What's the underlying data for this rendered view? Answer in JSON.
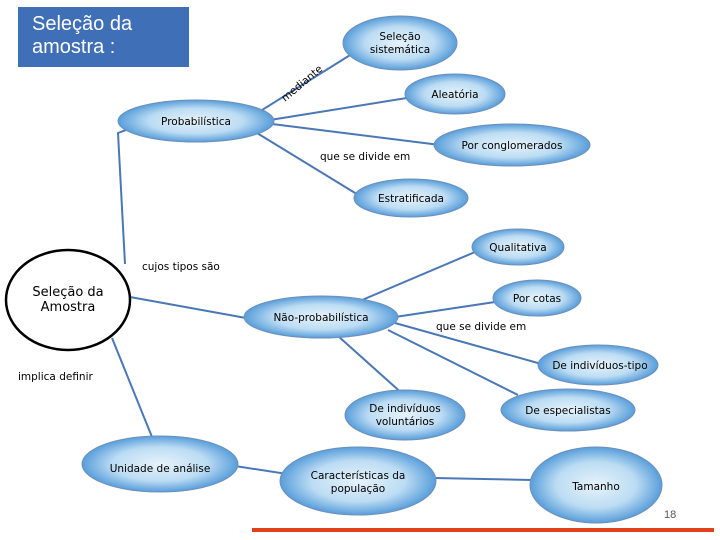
{
  "title": [
    "Seleção da",
    "amostra :"
  ],
  "page_number": "18",
  "colors": {
    "title_bg": "#3f6fb7",
    "node_fill_light": "#e6f3fb",
    "node_fill_dark": "#3f8ed4",
    "edge": "#4a78b6",
    "footer_bar": "#e0401a"
  },
  "central_node": [
    "Seleção da",
    "Amostra"
  ],
  "nodes": {
    "probabilistica": [
      "Probabilística"
    ],
    "sistematica": [
      "Seleção",
      "sistemática"
    ],
    "aleatoria": [
      "Aleatória"
    ],
    "conglomerados": [
      "Por conglomerados"
    ],
    "estratificada": [
      "Estratificada"
    ],
    "qualitativa": [
      "Qualitativa"
    ],
    "por_cotas": [
      "Por cotas"
    ],
    "nao_probabilistica": [
      "Não-probabilística"
    ],
    "individuos_tipo": [
      "De indivíduos-tipo"
    ],
    "individuos_voluntarios": [
      "De indivíduos",
      "voluntários"
    ],
    "especialistas": [
      "De especialistas"
    ],
    "unidade_analise": [
      "Unidade de análise"
    ],
    "caracteristicas": [
      "Características da",
      "população"
    ],
    "tamanho": [
      "Tamanho"
    ]
  },
  "edge_labels": {
    "mediante": "mediante",
    "que_se_divide_em_1": "que se divide em",
    "cujos_tipos_sao": "cujos tipos são",
    "que_se_divide_em_2": "que se divide em",
    "implica_definir": "implica definir"
  }
}
